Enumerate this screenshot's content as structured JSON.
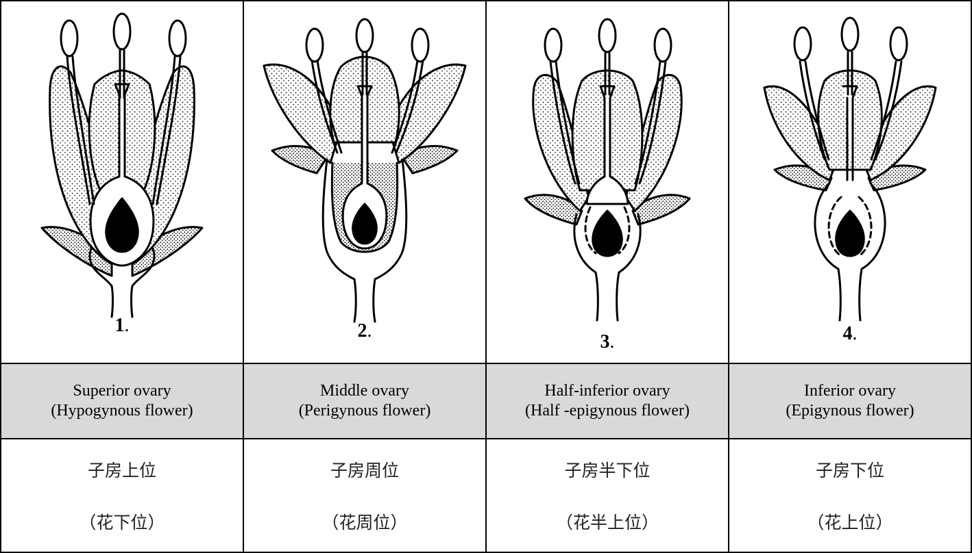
{
  "flowers": [
    {
      "number": "1",
      "ovary_en": "Superior ovary",
      "flower_en": "(Hypogynous flower)",
      "ovary_zh": "子房上位",
      "flower_zh": "（花下位）"
    },
    {
      "number": "2",
      "ovary_en": "Middle ovary",
      "flower_en": "(Perigynous flower)",
      "ovary_zh": "子房周位",
      "flower_zh": "（花周位）"
    },
    {
      "number": "3",
      "ovary_en": "Half-inferior ovary",
      "flower_en": "(Half -epigynous flower)",
      "ovary_zh": "子房半下位",
      "flower_zh": "（花半上位）"
    },
    {
      "number": "4",
      "ovary_en": "Inferior ovary",
      "flower_en": "(Epigynous flower)",
      "ovary_zh": "子房下位",
      "flower_zh": "（花上位）"
    }
  ]
}
